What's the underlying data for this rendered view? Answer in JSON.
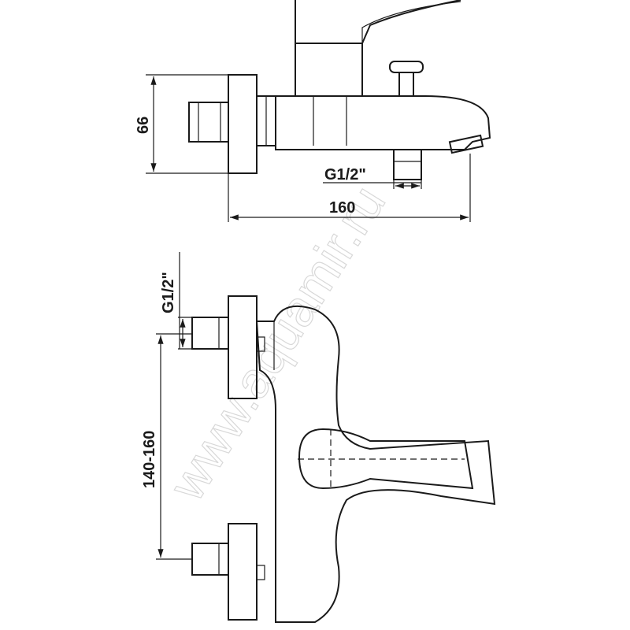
{
  "dimensions": {
    "height_top": "66",
    "thread_top": "G1/2\"",
    "length": "160",
    "thread_side": "G1/2\"",
    "center_distance": "140-160"
  },
  "watermark": "www.aquamir.ru"
}
